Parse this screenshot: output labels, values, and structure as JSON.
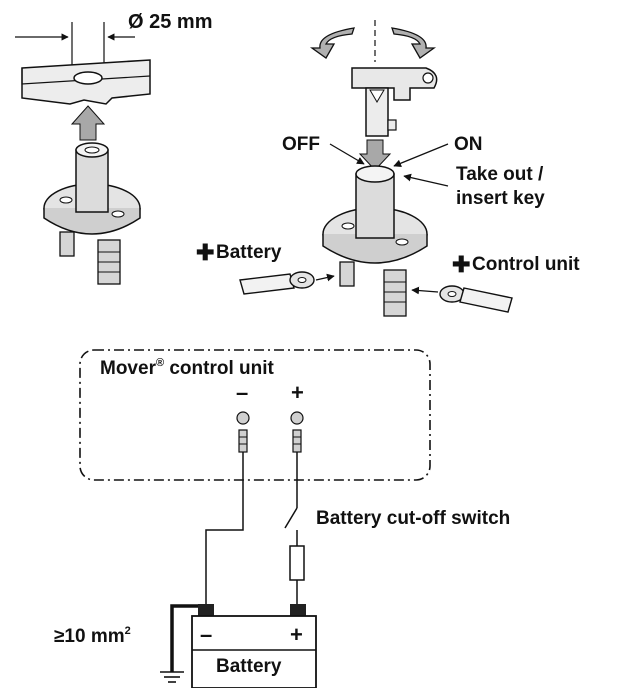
{
  "labels": {
    "diameter": "Ø 25 mm",
    "off": "OFF",
    "on": "ON",
    "take_out_line1": "Take out /",
    "take_out_line2": "insert key",
    "battery_terminal": "Battery",
    "control_unit_terminal": "Control unit",
    "mover_control_unit": "Mover",
    "registered_mark": "®",
    "mover_control_unit_rest": " control unit",
    "minus": "–",
    "plus": "+",
    "cutoff_switch": "Battery cut-off switch",
    "cable_size": "≥10 mm",
    "cable_size_exp": "2",
    "battery": "Battery",
    "battery_minus": "–",
    "battery_plus": "+"
  },
  "colors": {
    "line": "#111111",
    "gray_fill": "#b8b8b8",
    "light_fill": "#e6e6e6",
    "arrow_fill": "#a8a8a8"
  }
}
